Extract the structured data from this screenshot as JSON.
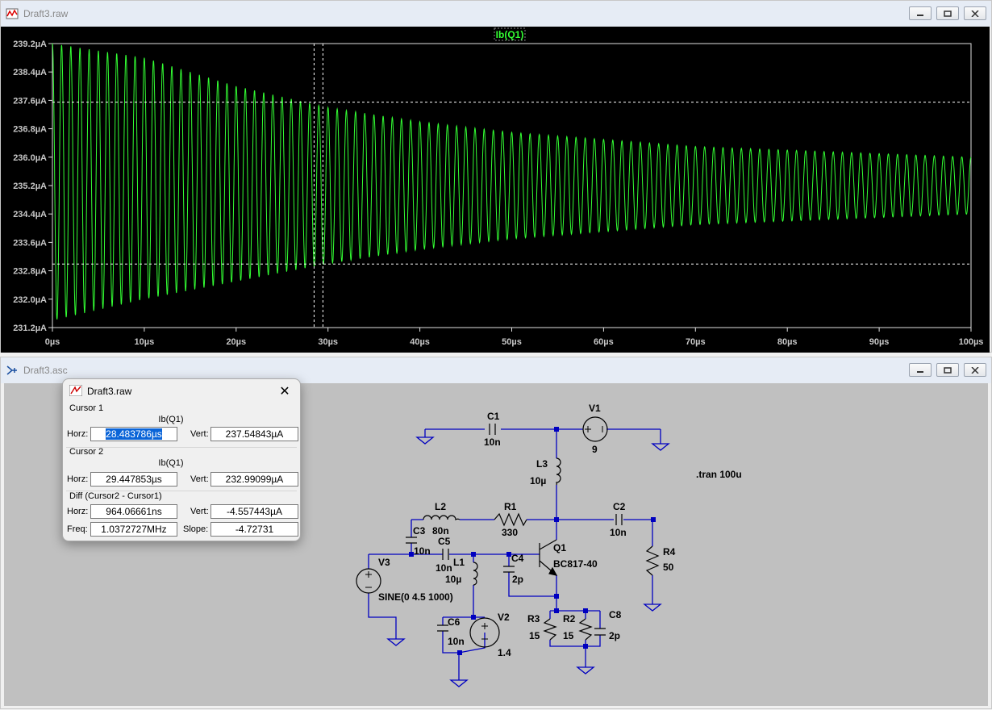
{
  "plot_window": {
    "title": "Draft3.raw",
    "trace_label": "Ib(Q1)",
    "y_ticks": [
      "239.2µA",
      "238.4µA",
      "237.6µA",
      "236.8µA",
      "236.0µA",
      "235.2µA",
      "234.4µA",
      "233.6µA",
      "232.8µA",
      "232.0µA",
      "231.2µA"
    ],
    "x_ticks": [
      "0µs",
      "10µs",
      "20µs",
      "30µs",
      "40µs",
      "50µs",
      "60µs",
      "70µs",
      "80µs",
      "90µs",
      "100µs"
    ],
    "trace_color": "#33ff33"
  },
  "chart_data": {
    "type": "line",
    "title": "Ib(Q1)",
    "xlabel": "",
    "ylabel": "",
    "xlim": [
      0,
      100
    ],
    "ylim": [
      231.2,
      239.2
    ],
    "x_unit": "µs",
    "y_unit": "µA",
    "grid": false,
    "series": [
      {
        "name": "Ib(Q1)",
        "frequency_mhz": 1.0,
        "center_ua": 235.25,
        "envelope": [
          {
            "x": 0,
            "max": 239.2,
            "min": 231.4
          },
          {
            "x": 10,
            "max": 238.8,
            "min": 232.0
          },
          {
            "x": 20,
            "max": 238.0,
            "min": 232.5
          },
          {
            "x": 30,
            "max": 237.4,
            "min": 233.0
          },
          {
            "x": 40,
            "max": 237.0,
            "min": 233.4
          },
          {
            "x": 50,
            "max": 236.7,
            "min": 233.7
          },
          {
            "x": 60,
            "max": 236.5,
            "min": 233.9
          },
          {
            "x": 70,
            "max": 236.3,
            "min": 234.1
          },
          {
            "x": 80,
            "max": 236.2,
            "min": 234.2
          },
          {
            "x": 90,
            "max": 236.1,
            "min": 234.3
          },
          {
            "x": 100,
            "max": 236.0,
            "min": 234.4
          }
        ]
      }
    ],
    "cursors": [
      {
        "name": "Cursor 1",
        "x": 28.483786,
        "y": 237.54843
      },
      {
        "name": "Cursor 2",
        "x": 29.447853,
        "y": 232.99099
      }
    ]
  },
  "cursor_dialog": {
    "title": "Draft3.raw",
    "close": "✕",
    "cursor1": {
      "header": "Cursor 1",
      "trace": "Ib(Q1)",
      "horz_label": "Horz:",
      "horz": "28.483786µs",
      "vert_label": "Vert:",
      "vert": "237.54843µA"
    },
    "cursor2": {
      "header": "Cursor 2",
      "trace": "Ib(Q1)",
      "horz_label": "Horz:",
      "horz": "29.447853µs",
      "vert_label": "Vert:",
      "vert": "232.99099µA"
    },
    "diff": {
      "header": "Diff (Cursor2 - Cursor1)",
      "horz_label": "Horz:",
      "horz": "964.06661ns",
      "vert_label": "Vert:",
      "vert": "-4.557443µA",
      "freq_label": "Freq:",
      "freq": "1.0372727MHz",
      "slope_label": "Slope:",
      "slope": "-4.72731"
    }
  },
  "schematic_window": {
    "title": "Draft3.asc",
    "directive": ".tran 100u",
    "components": {
      "C1": {
        "name": "C1",
        "value": "10n"
      },
      "V1": {
        "name": "V1",
        "value": "9"
      },
      "L3": {
        "name": "L3",
        "value": "10µ"
      },
      "L2": {
        "name": "L2",
        "value": "80n"
      },
      "R1": {
        "name": "R1",
        "value": "330"
      },
      "C2": {
        "name": "C2",
        "value": "10n"
      },
      "C3": {
        "name": "C3",
        "value": "10n"
      },
      "C5": {
        "name": "C5",
        "value": "10n"
      },
      "L1": {
        "name": "L1",
        "value": "10µ"
      },
      "C4": {
        "name": "C4",
        "value": "2p"
      },
      "Q1": {
        "name": "Q1",
        "value": "BC817-40"
      },
      "R4": {
        "name": "R4",
        "value": "50"
      },
      "V3": {
        "name": "V3",
        "value": "SINE(0 4.5 1000)"
      },
      "C6": {
        "name": "C6",
        "value": "10n"
      },
      "V2": {
        "name": "V2",
        "value": "1.4"
      },
      "R3": {
        "name": "R3",
        "value": "15"
      },
      "R2": {
        "name": "R2",
        "value": "15"
      },
      "C8": {
        "name": "C8",
        "value": "2p"
      }
    },
    "wire_color": "#0000c0",
    "text_color": "#000000"
  }
}
